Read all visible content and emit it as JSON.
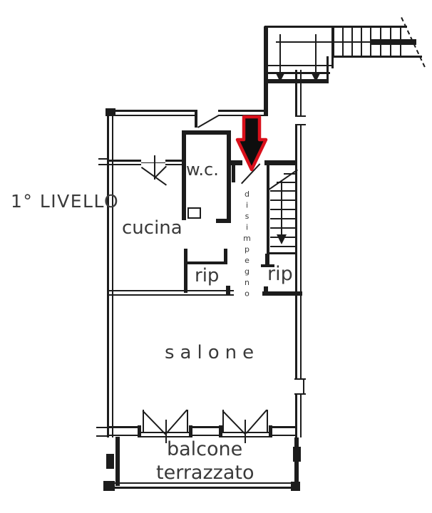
{
  "labels": {
    "level": "1° LIVELLO",
    "wc": "w.c.",
    "cucina": "cucina",
    "disimpegno": "disimpegno",
    "rip_left": "rip",
    "rip_right": "rip",
    "salone": "salone",
    "balcone_line1": "balcone",
    "balcone_line2": "terrazzato"
  },
  "colors": {
    "wall": "#1c1c1c",
    "text": "#3a3a3a",
    "arrow_fill": "#0e0e0e",
    "arrow_outline": "#d9101b",
    "background": "#ffffff"
  }
}
